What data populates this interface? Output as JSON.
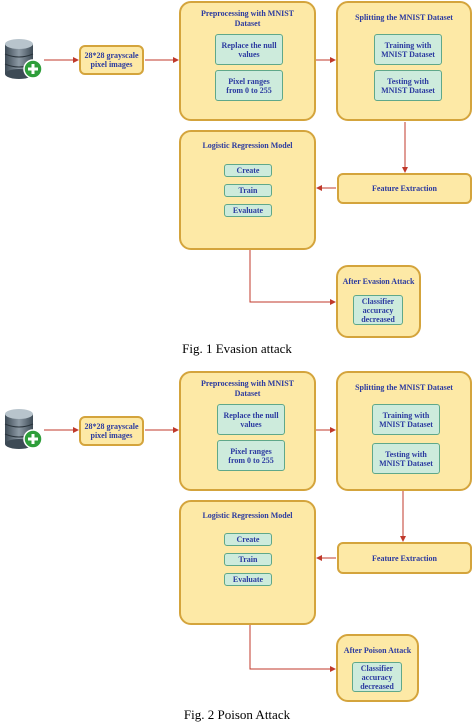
{
  "figures": [
    {
      "caption": "Fig. 1 Evasion attack",
      "input_label": "28*28  grayscale pixel images",
      "preprocessing": {
        "title": "Preprocessing  with MNIST Dataset",
        "steps": [
          "Replace the null values",
          "Pixel ranges from 0 to 255"
        ]
      },
      "splitting": {
        "title": "Splitting the MNIST Dataset",
        "steps": [
          "Training with MNIST Dataset",
          "Testing with MNIST Dataset"
        ]
      },
      "feature_extraction": "Feature Extraction",
      "model": {
        "title": "Logistic Regression Model",
        "steps": [
          "Create",
          "Train",
          "Evaluate"
        ]
      },
      "attack": {
        "title": "After Evasion Attack",
        "result": "Classifier accuracy decreased"
      }
    },
    {
      "caption": "Fig. 2 Poison Attack",
      "input_label": "28*28  grayscale pixel images",
      "preprocessing": {
        "title": "Preprocessing  with MNIST Dataset",
        "steps": [
          "Replace the null values",
          "Pixel ranges from 0 to 255"
        ]
      },
      "splitting": {
        "title": "Splitting the MNIST Dataset",
        "steps": [
          "Training with MNIST Dataset",
          "Testing with MNIST Dataset"
        ]
      },
      "feature_extraction": "Feature Extraction",
      "model": {
        "title": "Logistic Regression Model",
        "steps": [
          "Create",
          "Train",
          "Evaluate"
        ]
      },
      "attack": {
        "title": "After Poison Attack",
        "result": "Classifier accuracy decreased"
      }
    }
  ],
  "colors": {
    "box_fill": "#fde9a6",
    "box_border": "#d4a43c",
    "inner_fill": "#cdebdc",
    "text": "#2b3aa0",
    "arrow": "#c0392b"
  },
  "icons": [
    "database-add-icon"
  ]
}
